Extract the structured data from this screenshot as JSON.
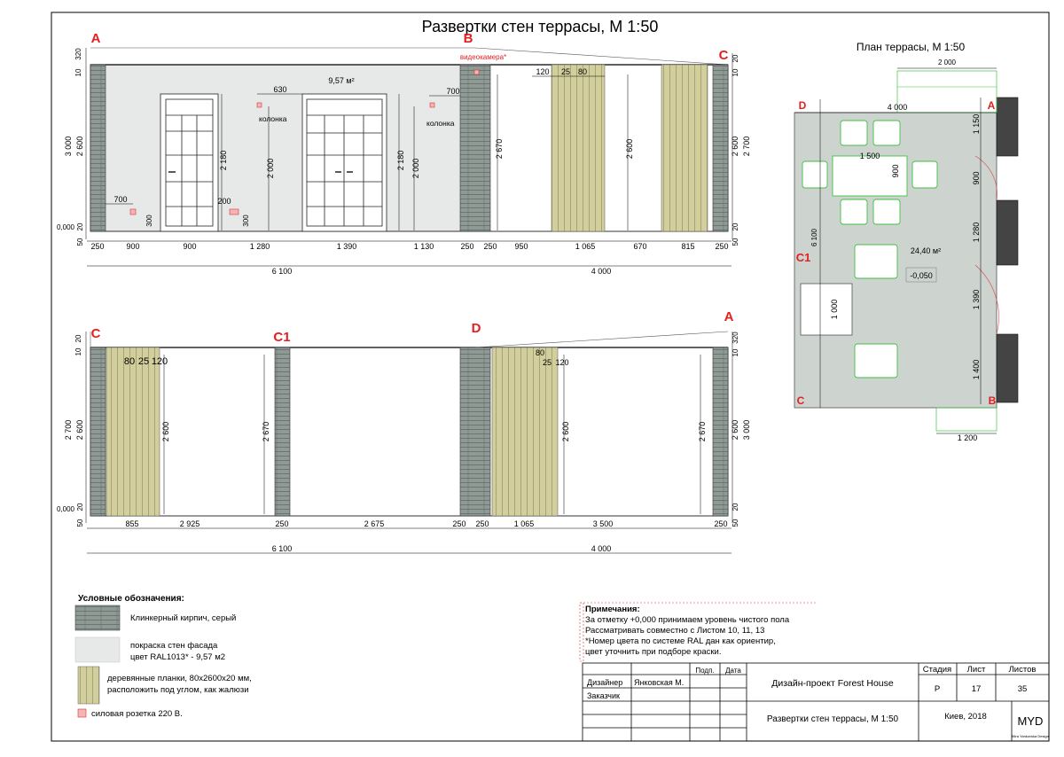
{
  "sheet": {
    "title": "Развертки стен террасы, М 1:50",
    "plan_title": "План террасы, М 1:50"
  },
  "wall_labels": {
    "top": [
      "A",
      "B",
      "C"
    ],
    "bottom": [
      "C",
      "C1",
      "D",
      "A"
    ],
    "plan": [
      "D",
      "A",
      "C1",
      "C",
      "B"
    ]
  },
  "elevation_top": {
    "area": "9,57 м²",
    "camera": "видеокамера*",
    "column_labels": [
      "колонка",
      "колонка"
    ],
    "level_zero": "0,000",
    "bottom_dims": [
      "250",
      "900",
      "900",
      "1 280",
      "1 390",
      "1 130",
      "250",
      "250",
      "950",
      "1 065",
      "670",
      "815",
      "250"
    ],
    "total_dims": [
      "6 100",
      "4 000"
    ],
    "left_side_dims": [
      "320",
      "10",
      "3 000",
      "2 600",
      "20",
      "50"
    ],
    "right_side_dims": [
      "20",
      "10",
      "2 600",
      "2 700",
      "20",
      "50"
    ],
    "vertical_dims": [
      "2 180",
      "2 000",
      "2 180",
      "2 000",
      "2 670",
      "2 600",
      "300",
      "300"
    ],
    "horizontal_small": [
      "630",
      "700",
      "700",
      "200",
      "120",
      "25",
      "80"
    ]
  },
  "elevation_bottom": {
    "level_zero": "0,000",
    "bottom_dims": [
      "855",
      "2 925",
      "250",
      "2 675",
      "250",
      "250",
      "1 065",
      "3 500",
      "250"
    ],
    "total_dims": [
      "6 100",
      "4 000"
    ],
    "left_side_dims": [
      "10",
      "20",
      "2 700",
      "2 600",
      "20",
      "50"
    ],
    "right_side_dims": [
      "320",
      "10",
      "2 600",
      "3 000",
      "20",
      "50"
    ],
    "vertical_dims": [
      "2 600",
      "2 670",
      "2 600",
      "2 670"
    ],
    "slat_dims": [
      "80",
      "25",
      "120",
      "80",
      "25",
      "120"
    ]
  },
  "plan": {
    "dims_top": [
      "2 000",
      "4 000"
    ],
    "dims_table": [
      "1 500",
      "900"
    ],
    "dims_right": [
      "1 150",
      "900",
      "1 280",
      "1 390",
      "1 400"
    ],
    "dim_left": "6 100",
    "dim_sofa": "1 000",
    "dim_bottom": "1 200",
    "area": "24,40 м²",
    "level": "-0,050"
  },
  "legend": {
    "heading": "Условные обозначения:",
    "items": [
      "Клинкерный кирпич, серый",
      "покраска стен фасада\nцвет RAL1013* - 9,57 м2",
      "деревянные планки, 80х2600х20 мм,\nрасположить под углом, как жалюзи",
      "силовая розетка 220 В."
    ]
  },
  "notes": {
    "heading": "Примечания:",
    "lines": [
      "За отметку +0,000 принимаем уровень чистого пола",
      "Рассматривать совместно с Листом 10, 11, 13",
      "*Номер цвета по системе RAL дан как ориентир,",
      " цвет уточнить при подборе краски."
    ]
  },
  "title_block": {
    "col_podp": "Подп.",
    "col_data": "Дата",
    "designer_label": "Дизайнер",
    "designer_name": "Янковская М.",
    "client_label": "Заказчик",
    "project": "Дизайн-проект Forest House",
    "sheet_name": "Развертки стен террасы, М 1:50",
    "stage_label": "Стадия",
    "sheet_label": "Лист",
    "sheets_label": "Листов",
    "stage": "Р",
    "sheet_no": "17",
    "sheets_total": "35",
    "city_year": "Киев, 2018",
    "logo_letters": "MYD",
    "logo_caption": "Mira Yankovska Design"
  },
  "colors": {
    "brick": "#8f9a95",
    "brick_line": "#5f6a66",
    "paint": "#e7e9e8",
    "wood": "#d3cf9c",
    "wall_label": "#e32020",
    "plan_floor": "#cdd3cf",
    "furniture": "#3ec23e",
    "dim_line": "#000000"
  }
}
